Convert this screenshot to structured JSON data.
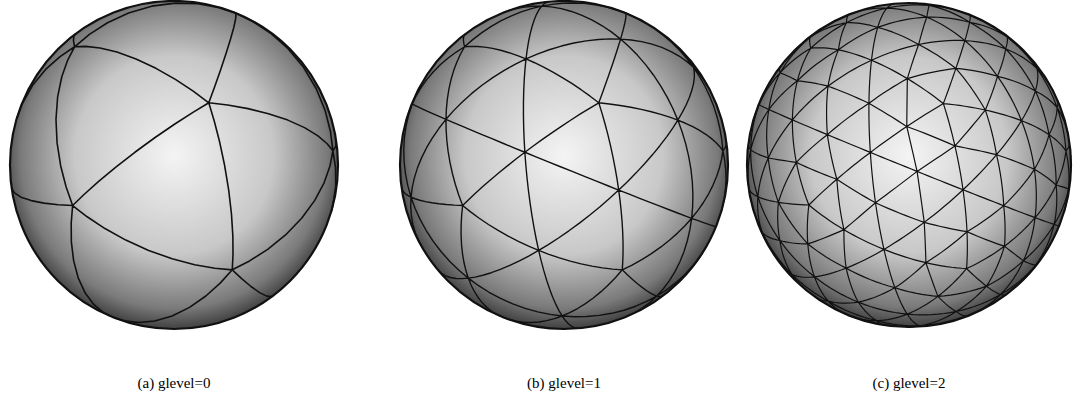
{
  "diagram": {
    "labels": [
      "(a) glevel=0",
      "(b) glevel=1",
      "(c) glevel=2"
    ]
  }
}
